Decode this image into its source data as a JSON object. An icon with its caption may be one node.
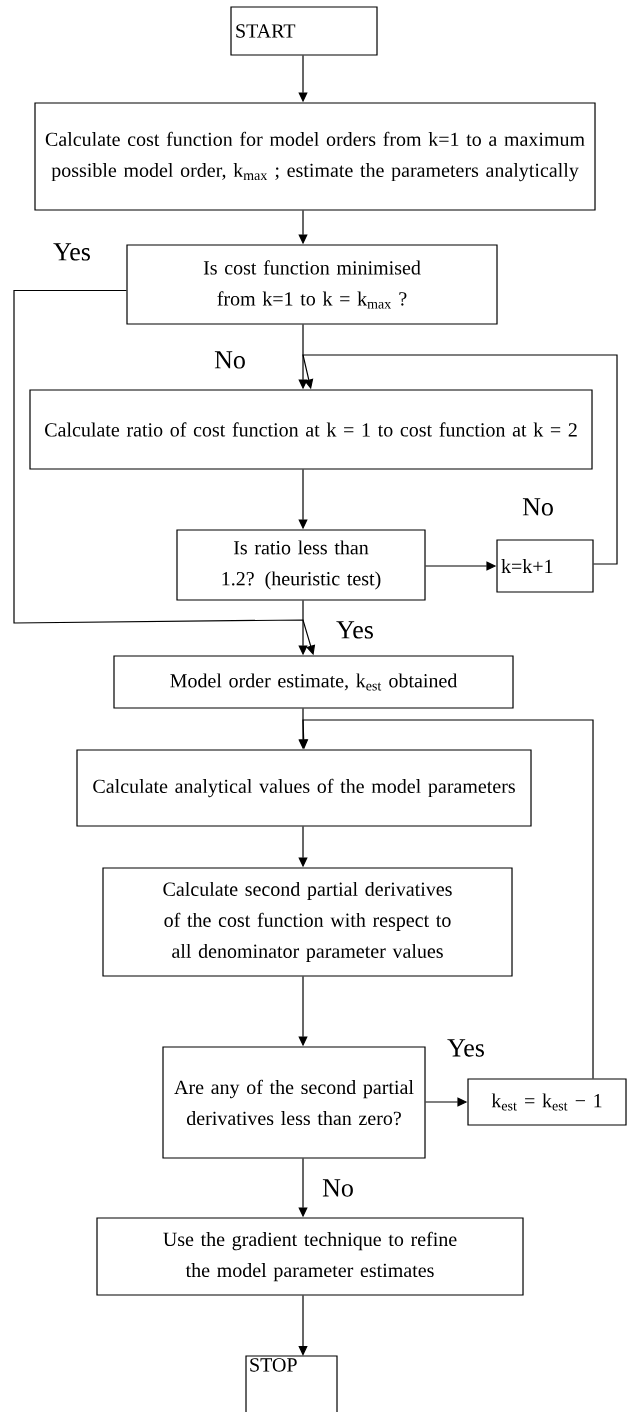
{
  "diagram": {
    "nodes": [
      {
        "text": [
          "START"
        ]
      },
      {
        "text": [
          "Calculate cost function for model orders from k=1 to a maximum possible model order, k$_{max}$ ; estimate the parameters analytically"
        ]
      },
      {
        "text": [
          "Is cost function minimised from k=1 to k = k$_{max}$ ?"
        ]
      },
      {
        "text": [
          "Calculate ratio of cost function at k = 1 to cost function at k = 2"
        ]
      },
      {
        "text": [
          "Is ratio less than 1.2? (heuristic test)"
        ]
      },
      {
        "text": [
          "k=k+1"
        ]
      },
      {
        "text": [
          "Model order estimate, k$_{est}$ obtained"
        ]
      },
      {
        "text": [
          "Calculate analytical values of the model parameters"
        ]
      },
      {
        "text": [
          "Calculate second partial derivatives of the cost function with respect to all denominator parameter values"
        ]
      },
      {
        "text": [
          "Are any of the second partial derivatives less than zero?"
        ]
      },
      {
        "text": [
          "k$_{est}$ = k$_{est}$ − 1"
        ]
      },
      {
        "text": [
          "Use the gradient technique to refine the model parameter estimates"
        ]
      },
      {
        "text": [
          "STOP"
        ]
      }
    ],
    "edges": [
      {
        "from": 0,
        "to": 1,
        "arrow": "to"
      },
      {
        "from": 1,
        "to": 2,
        "arrow": "to"
      },
      {
        "from": 2,
        "to": 3,
        "arrow": "to",
        "label": "No"
      },
      {
        "from": 2,
        "to": 6,
        "arrow": "to",
        "label": "Yes"
      },
      {
        "from": 3,
        "to": 4,
        "arrow": "to"
      },
      {
        "from": 4,
        "to": 5,
        "arrow": "to",
        "label": "No"
      },
      {
        "from": 5,
        "to": 3,
        "arrow": "to"
      },
      {
        "from": 4,
        "to": 6,
        "arrow": "to",
        "label": "Yes"
      },
      {
        "from": 6,
        "to": 7,
        "arrow": "to"
      },
      {
        "from": 7,
        "to": 8,
        "arrow": "to"
      },
      {
        "from": 8,
        "to": 9,
        "arrow": "to"
      },
      {
        "from": 9,
        "to": 10,
        "arrow": "to",
        "label": "Yes"
      },
      {
        "from": 10,
        "to": 7,
        "arrow": "to"
      },
      {
        "from": 9,
        "to": 11,
        "arrow": "to",
        "label": "No"
      },
      {
        "from": 11,
        "to": 12,
        "arrow": "to"
      }
    ]
  }
}
